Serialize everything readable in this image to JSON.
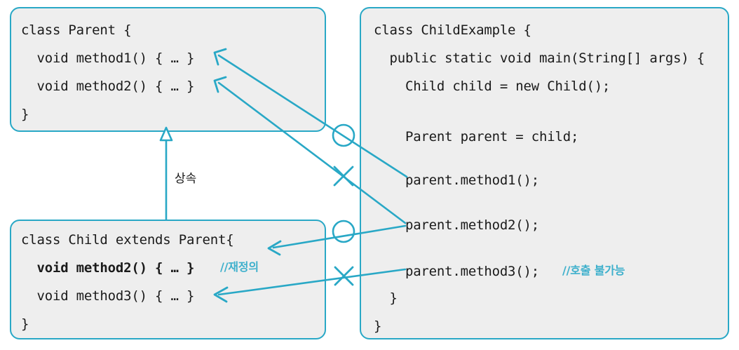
{
  "diagram": {
    "title": "Java inheritance and polymorphism diagram",
    "accent_color": "#29a8c6",
    "comment_color": "#3eb0cc",
    "box_fill": "#eeeeee",
    "text_color": "#1a1a1a"
  },
  "boxes": {
    "parent": {
      "name": "class Parent",
      "lines": [
        "class Parent {",
        "  void method1() { … }",
        "  void method2() { … }",
        "}"
      ]
    },
    "child": {
      "name": "class Child",
      "lines": [
        "class Child extends Parent{",
        "  void method2() { … }",
        "  void method3() { … }",
        "}"
      ],
      "override_comment": "//재정의"
    },
    "example": {
      "name": "class ChildExample",
      "lines": [
        "class ChildExample {",
        "  public static void main(String[] args) {",
        "    Child child = new Child();",
        "    Parent parent = child;",
        "    parent.method1();",
        "    parent.method2();",
        "    parent.method3();",
        "  }",
        "}"
      ],
      "not_callable_comment": "//호출 불가능"
    }
  },
  "annotations": {
    "inheritance_label": "상속",
    "markers": [
      {
        "id": "marker-circle-top",
        "symbol": "O",
        "meaning": "allowed"
      },
      {
        "id": "marker-x-top",
        "symbol": "X",
        "meaning": "not-allowed"
      },
      {
        "id": "marker-circle-bottom",
        "symbol": "O",
        "meaning": "allowed"
      },
      {
        "id": "marker-x-bottom",
        "symbol": "X",
        "meaning": "not-allowed"
      }
    ]
  }
}
